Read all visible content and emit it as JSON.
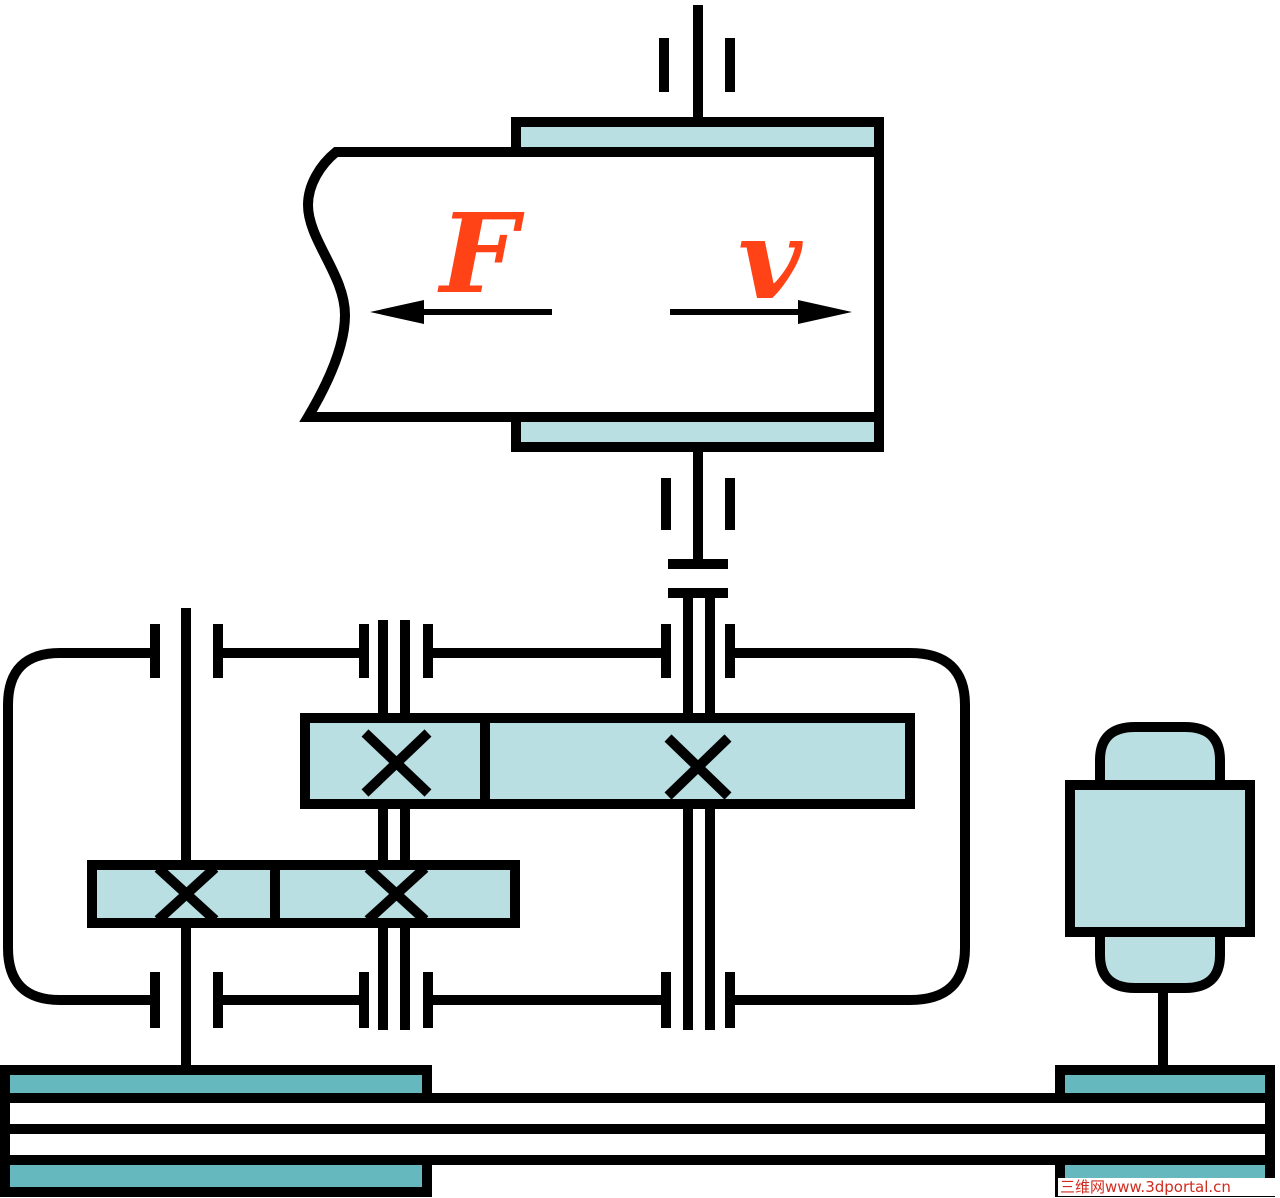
{
  "labels": {
    "force": "F",
    "velocity": "v"
  },
  "watermark": "三维网www.3dportal.cn",
  "colors": {
    "part_fill": "#b9dfe2",
    "belt_fill": "#66b8bf",
    "label_color": "#ff4316",
    "line_color": "#000000"
  }
}
